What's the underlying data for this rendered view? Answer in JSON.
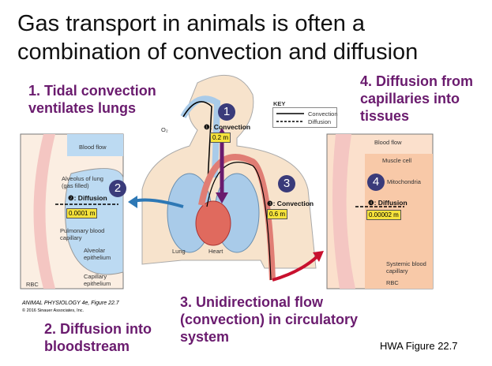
{
  "title": "Gas transport in animals is often a combination of convection and diffusion",
  "steps": {
    "s1": "1. Tidal convection ventilates lungs",
    "s2": "2. Diffusion into bloodstream",
    "s3": "3. Unidirectional flow (convection) in circulatory system",
    "s4": "4. Diffusion from capillaries into tissues"
  },
  "numbers": [
    "1",
    "2",
    "3",
    "4"
  ],
  "key": {
    "title": "KEY",
    "convection": "Convection",
    "diffusion": "Diffusion"
  },
  "center": {
    "o2": "O₂",
    "c1": "❶: Convection",
    "d1": "0.2 m",
    "c3": "❸: Convection",
    "d3": "0.6 m",
    "lung": "Lung",
    "heart": "Heart"
  },
  "left": {
    "blood_flow": "Blood flow",
    "alveolus": "Alveolus of lung (gas filled)",
    "diff": "❷: Diffusion",
    "dist": "0.0001 m",
    "pulm": "Pulmonary blood capillary",
    "alv_ep": "Alveolar epithelium",
    "cap_ep": "Capillary epithelium",
    "rbc": "RBC"
  },
  "right": {
    "blood_flow": "Blood flow",
    "muscle": "Muscle cell",
    "mito": "Mitochondria",
    "diff": "❹: Diffusion",
    "dist": "0.00002 m",
    "sys": "Systemic blood capillary",
    "rbc": "RBC"
  },
  "credit": {
    "line1": "ANIMAL PHYSIOLOGY 4e, Figure 22.7",
    "line2": "© 2016 Sinauer Associates, Inc."
  },
  "figure_label": "HWA Figure 22.7",
  "colors": {
    "heading": "#6a1b6e",
    "badge": "#3a3b7a",
    "lung": "#a9cbe9",
    "blood": "#d9534f",
    "arrow": "#6a1b6e"
  }
}
